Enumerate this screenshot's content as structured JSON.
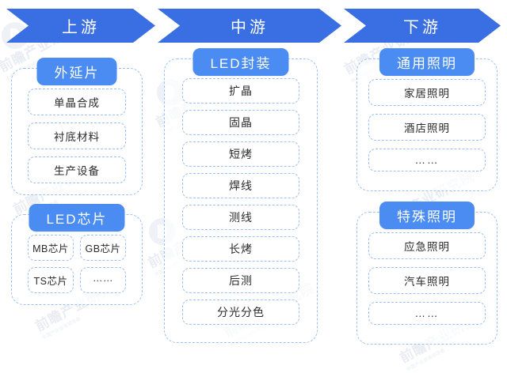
{
  "banner": {
    "segments": [
      {
        "label": "上游"
      },
      {
        "label": "中游"
      },
      {
        "label": "下游"
      }
    ]
  },
  "colors": {
    "banner_blue": "#3a6fe3",
    "pill_blue": "#4a8cf2",
    "dashed_border": "#9cc0f5",
    "background": "#ffffff",
    "text_dark": "#2b2b2b"
  },
  "columns": {
    "upstream": {
      "groups": [
        {
          "title": "外延片",
          "layout": "stack",
          "items": [
            {
              "label": "单晶合成"
            },
            {
              "label": "衬底材料"
            },
            {
              "label": "生产设备"
            }
          ]
        },
        {
          "title": "LED芯片",
          "layout": "grid2",
          "items": [
            {
              "label": "MB芯片"
            },
            {
              "label": "GB芯片"
            },
            {
              "label": "TS芯片"
            },
            {
              "label": "……"
            }
          ]
        }
      ]
    },
    "midstream": {
      "groups": [
        {
          "title": "LED封装",
          "layout": "stack",
          "items": [
            {
              "label": "扩晶"
            },
            {
              "label": "固晶"
            },
            {
              "label": "短烤"
            },
            {
              "label": "焊线"
            },
            {
              "label": "测线"
            },
            {
              "label": "长烤"
            },
            {
              "label": "后测"
            },
            {
              "label": "分光分色"
            }
          ]
        }
      ]
    },
    "downstream": {
      "groups": [
        {
          "title": "通用照明",
          "layout": "stack",
          "items": [
            {
              "label": "家居照明"
            },
            {
              "label": "酒店照明"
            },
            {
              "label": "……"
            }
          ]
        },
        {
          "title": "特殊照明",
          "layout": "stack",
          "items": [
            {
              "label": "应急照明"
            },
            {
              "label": "汽车照明"
            },
            {
              "label": "……"
            }
          ]
        }
      ]
    }
  },
  "watermark": {
    "text": "前瞻产业研究院",
    "sub": "中国产业咨询领导者"
  }
}
